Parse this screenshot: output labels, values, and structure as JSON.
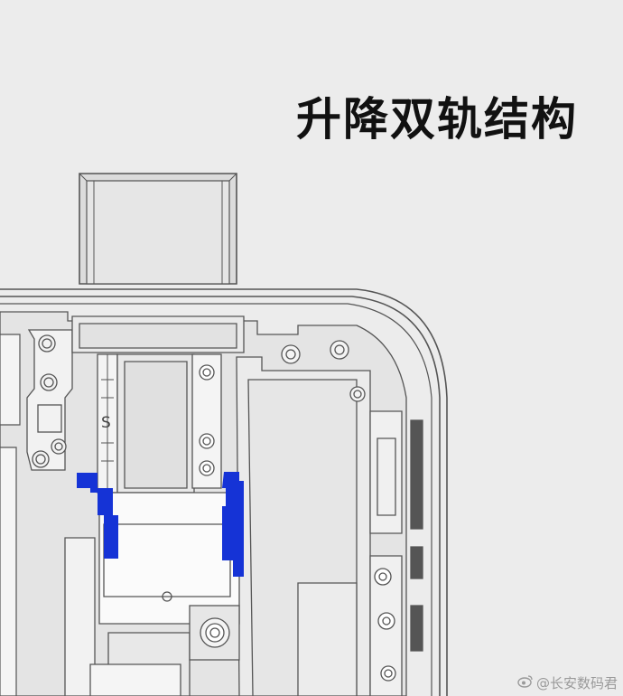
{
  "title": "升降双轨结构",
  "watermark": {
    "text": "@长安数码君",
    "icon": "weibo-icon"
  },
  "colors": {
    "background": "#ececec",
    "line": "#555555",
    "panel": "#e4e4e4",
    "inner": "#f7f7f7",
    "rail_highlight": "#1533d6"
  },
  "rail_label": "S"
}
